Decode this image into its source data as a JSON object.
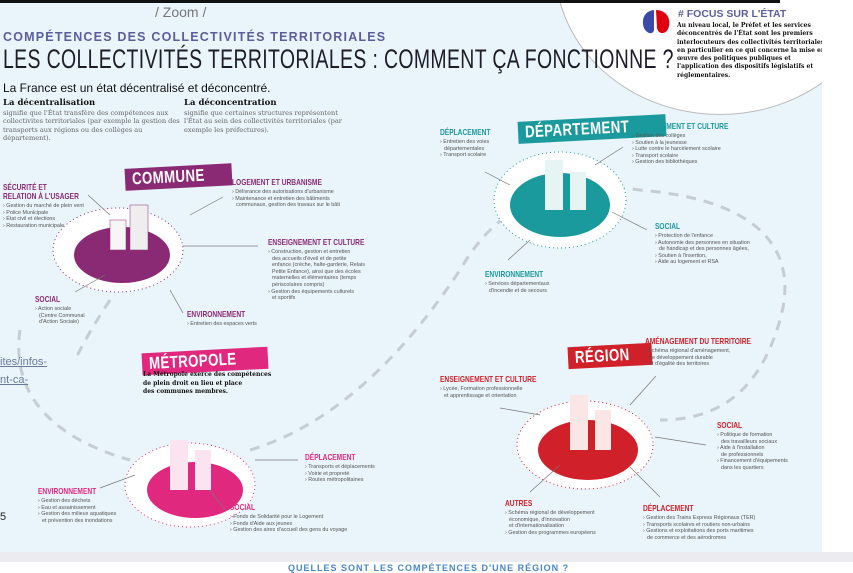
{
  "header": {
    "zoom": "/ Zoom /",
    "subtitle": "COMPÉTENCES DES COLLECTIVITÉS TERRITORIALES",
    "title": "LES COLLECTIVITÉS TERRITORIALES : COMMENT ÇA  FONCTIONNE ?",
    "lead": "La France est un état décentralisé et déconcentré."
  },
  "definitions": [
    {
      "term": "La décentralisation",
      "text": "signifie que l'État transfère des compétences aux collectivites territoriales (par exemple la gestion des transports aux régions ou des collèges au département)."
    },
    {
      "term": "La déconcentration",
      "text": "signifie que certaines structures représentent l'État au sein des collectivités territoriales (par exemple les préfectures)."
    }
  ],
  "focus": {
    "title": "# FOCUS SUR L'ÉTAT",
    "text": "Au niveau local, le Préfet et les services déconcentrés de l'État sont les premiers interlocuteurs des collectivités territoriales, en particulier en ce qui concerne la mise en œuvre des politiques publiques et l'application des dispositifs législatifs et réglementaires."
  },
  "colors": {
    "commune": "#8b2a74",
    "metropole": "#e0297e",
    "departement": "#1a9a9c",
    "region": "#d0202a"
  },
  "labels": {
    "commune": "COMMUNE",
    "metropole": "MÉTROPOLE",
    "departement": "DÉPARTEMENT",
    "region": "RÉGION"
  },
  "metropole_text": "La Métropole exerce des compétences\nde plein droit en lieu et place\ndes communes membres.",
  "sections": {
    "c_securite": {
      "title": "SÉCURITÉ ET\nRELATION À L'USAGER",
      "items": [
        "Gestion du marché de plein vent",
        "Police Municipale",
        "État civil et élections",
        "Restauration municipale"
      ]
    },
    "c_logement": {
      "title": "LOGEMENT ET URBANISME",
      "items": [
        "Délivrance des autorisations d'urbanisme",
        "Maintenance et entretien des bâtiments\ncommunaux, gestion des travaux sur le bâti"
      ]
    },
    "c_enseignement": {
      "title": "ENSEIGNEMENT ET CULTURE",
      "items": [
        "Construction, gestion et entretien\ndes accueils d'éveil et de petite\nenfance (crèche, halte-garderie, Relais\nPetite Enfance), ainsi que des écoles\nmaternelles et élémentaires (temps\npériscolaires compris)",
        "Gestion des équipements culturels\net sportifs"
      ]
    },
    "c_social": {
      "title": "SOCIAL",
      "items": [
        "Action sociale\n(Centre Communal\nd'Action Sociale)"
      ]
    },
    "c_environnement": {
      "title": "ENVIRONNEMENT",
      "items": [
        "Entretien des espaces verts"
      ]
    },
    "m_deplacement": {
      "title": "DÉPLACEMENT",
      "items": [
        "Transports et déplacements",
        "Voirie et propreté",
        "Routes métropolitaines"
      ]
    },
    "m_environnement": {
      "title": "ENVIRONNEMENT",
      "items": [
        "Gestion des déchets",
        "Eau et assainissement",
        "Gestion des milieux aquatiques\net prévention des inondations"
      ]
    },
    "m_social": {
      "title": "SOCIAL",
      "items": [
        "Fonds de Solidarité pour le Logement",
        "Fonds d'Aide aux jeunes",
        "Gestion des aires d'accueil des gens du voyage"
      ]
    },
    "d_deplacement": {
      "title": "DÉPLACEMENT",
      "items": [
        "Entretien des voies\ndépartementales",
        "Transport scolaire"
      ]
    },
    "d_enseignement": {
      "title": "ENSEIGNEMENT ET CULTURE",
      "items": [
        "Gestion des collèges",
        "Soutien à la jeunesse",
        "Lutte contre le harcèlement scolaire",
        "Transport scolaire",
        "Gestion des bibliothèques"
      ]
    },
    "d_social": {
      "title": "SOCIAL",
      "items": [
        "Protection de l'enfance",
        "Autonomie des personnes en situation\nde handicap et des personnes âgées,",
        "Soutien à l'insertion,",
        "Aide au logement et RSA"
      ]
    },
    "d_environnement": {
      "title": "ENVIRONNEMENT",
      "items": [
        "Services départementaux\nd'incendie et de secours"
      ]
    },
    "r_amenagement": {
      "title": "AMÉNAGEMENT DU TERRITOIRE",
      "items": [
        "Schéma régional d'aménagement,\nde développement durable\net d'égalité des territoires"
      ]
    },
    "r_enseignement": {
      "title": "ENSEIGNEMENT ET CULTURE",
      "items": [
        "Lycée, Formation professionnelle\net apprentissage et orientation"
      ]
    },
    "r_social": {
      "title": "SOCIAL",
      "items": [
        "Politique de formation\ndes travailleurs sociaux",
        "Aide à l'installation\nde professionnels",
        "Financement d'équipements\ndans les quartiers"
      ]
    },
    "r_autres": {
      "title": "AUTRES",
      "items": [
        "Schéma régional de développement\néconomique, d'innovation\net d'internationalisation",
        "Gestion des programmes européens"
      ]
    },
    "r_deplacement": {
      "title": "DÉPLACEMENT",
      "items": [
        "Gestion des Trains Express Régionaux (TER)",
        "Transports scolaires et routiers non-urbains",
        "Gestions et exploitations des ports maritimes\nde commerce et des aérodromes"
      ]
    }
  },
  "page": {
    "link_line1": "ites/infos-",
    "link_line2": "nt-ca-",
    "fragment": "5",
    "next_heading": "QUELLES SONT LES COMPÉTENCES D'UNE RÉGION ?"
  }
}
